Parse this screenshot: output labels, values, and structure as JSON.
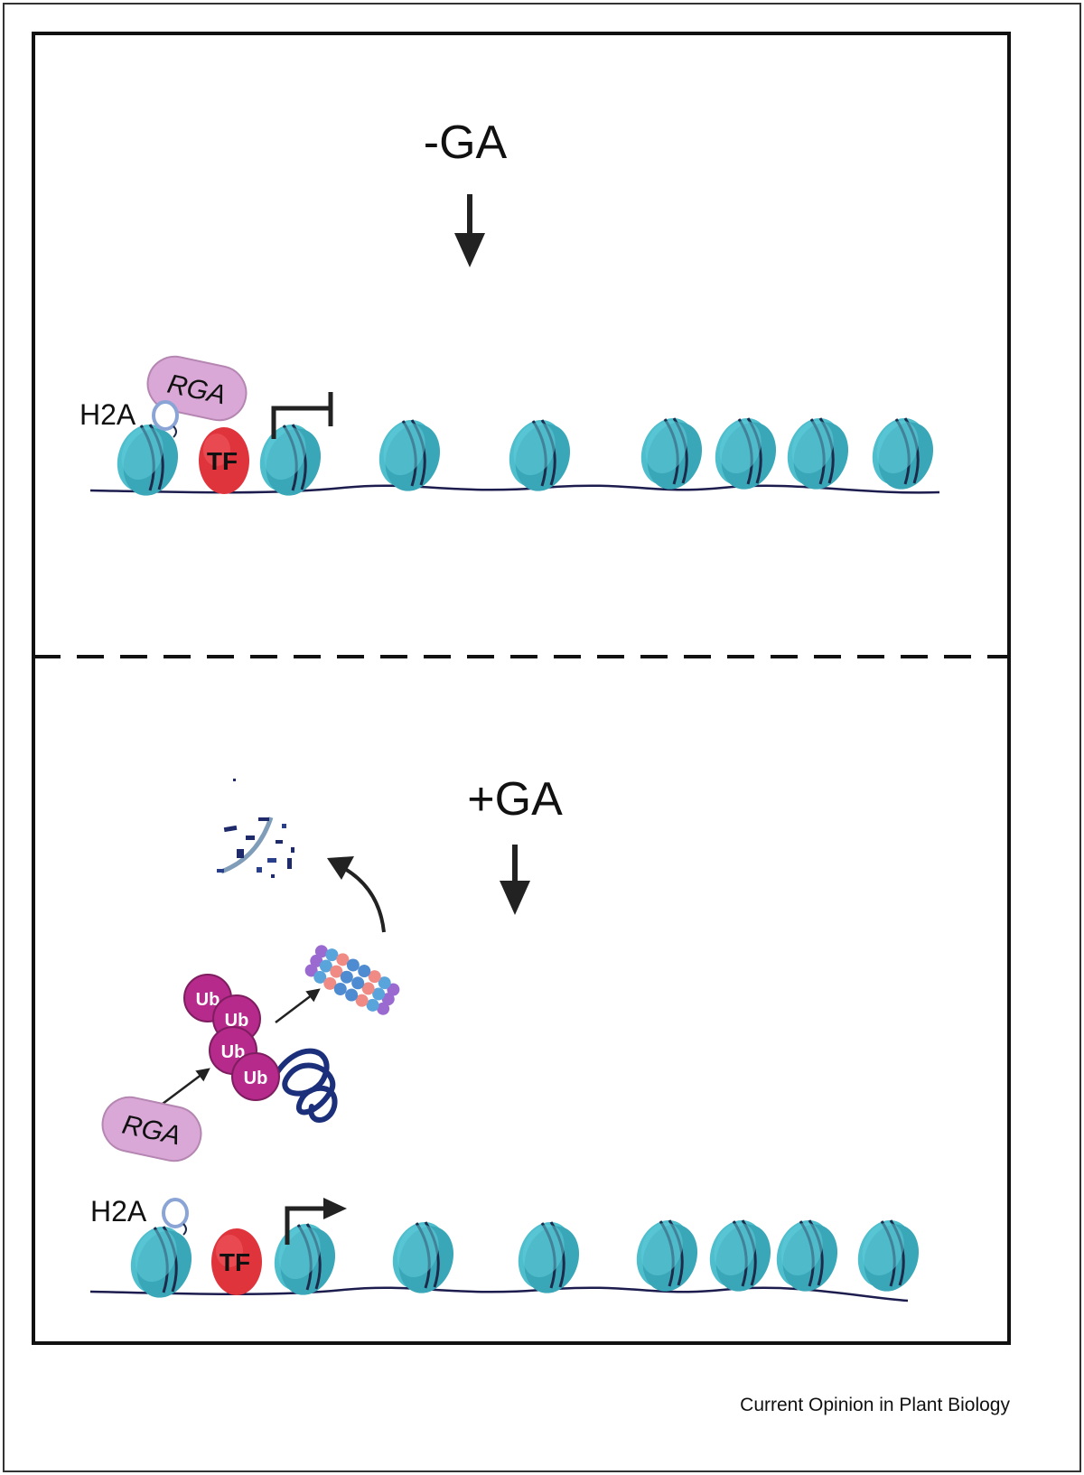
{
  "panel_top": {
    "condition": "-GA",
    "modification": "H2A",
    "repressor": "RGA",
    "factor": "TF",
    "promoter_state": "repressed"
  },
  "panel_bottom": {
    "condition": "+GA",
    "modification": "H2A",
    "repressor": "RGA",
    "factor": "TF",
    "ubiquitin_tags": [
      "Ub",
      "Ub",
      "Ub",
      "Ub"
    ],
    "promoter_state": "active"
  },
  "footer": {
    "credit": "Current Opinion in Plant Biology"
  },
  "colors": {
    "nucleosome": "#4fbecc",
    "nucleosome_band": "#1e2a4a",
    "dna": "#1c1c4e",
    "tf": "#e0343c",
    "rga": "#d9a8d6",
    "ubiquitin": "#b52a8a",
    "h2a_ring": "#8aa4d6"
  }
}
